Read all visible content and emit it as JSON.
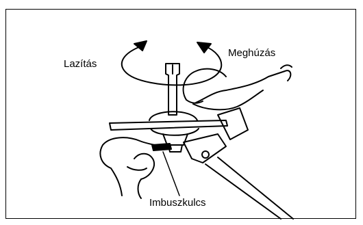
{
  "labels": {
    "loosen": "Lazítás",
    "tighten": "Meghúzás",
    "allen_key": "Imbuszkulcs"
  }
}
